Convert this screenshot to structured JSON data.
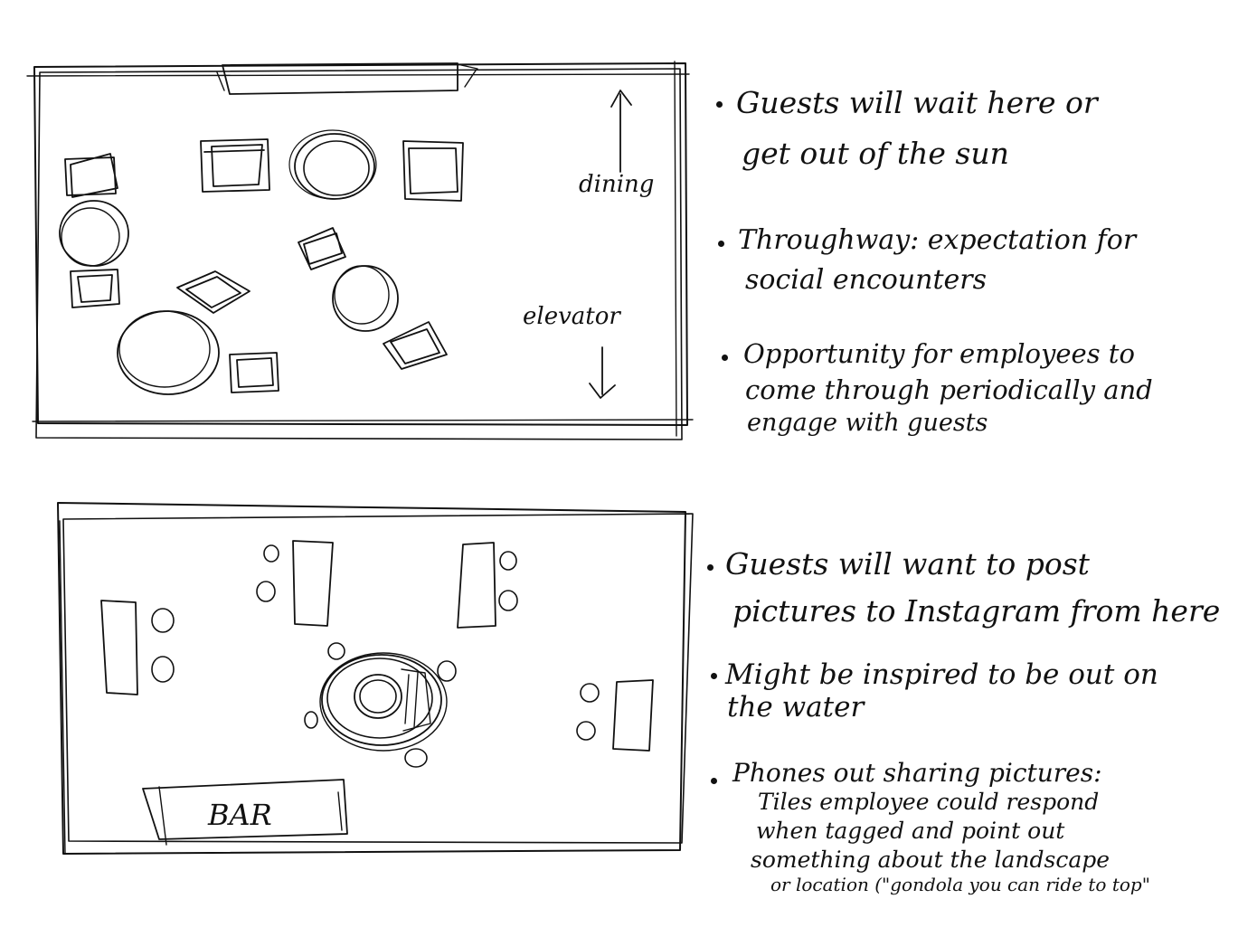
{
  "sketch_top": {
    "label_dining": "dining",
    "label_elevator": "elevator"
  },
  "sketch_bottom": {
    "label_bar": "BAR"
  },
  "notes_top": [
    {
      "lines": [
        "Guests will wait here or",
        "get out of the sun"
      ]
    },
    {
      "lines": [
        "Throughway: expectation for",
        "social encounters"
      ]
    },
    {
      "lines": [
        "Opportunity for employees to",
        "come through periodically and",
        "engage with guests"
      ]
    }
  ],
  "notes_bottom": [
    {
      "lines": [
        "Guests will want to post",
        "pictures to Instagram from here"
      ]
    },
    {
      "lines": [
        "Might be inspired to be out on",
        "the water"
      ]
    },
    {
      "lines": [
        "Phones out sharing pictures:",
        "Tiles employee could respond",
        "when tagged and point out",
        "something about the landscape",
        "or location (\"gondola you can ride to top\""
      ]
    }
  ]
}
